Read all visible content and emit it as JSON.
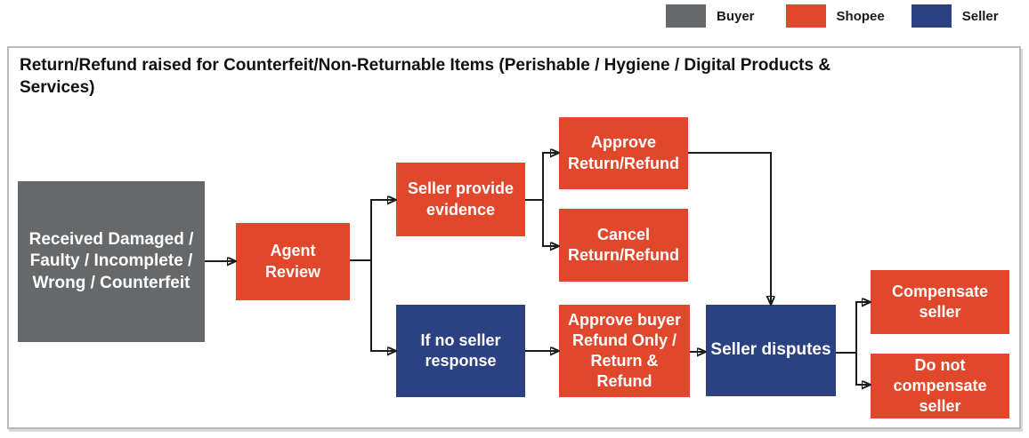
{
  "legend": {
    "items": [
      {
        "label": "Buyer",
        "actor": "buyer"
      },
      {
        "label": "Shopee",
        "actor": "shopee"
      },
      {
        "label": "Seller",
        "actor": "seller"
      }
    ]
  },
  "colors": {
    "buyer": "#67686a",
    "shopee": "#e1482b",
    "seller": "#2b4181",
    "connector": "#1c1c1c",
    "panel_border": "#b8babc"
  },
  "title_line1": "Return/Refund raised for Counterfeit/Non-Returnable Items (Perishable / Hygiene / Digital Products &",
  "title_line2": "Services)",
  "nodes": {
    "received": {
      "label": "Received Damaged / Faulty / Incomplete / Wrong / Counterfeit",
      "actor": "buyer"
    },
    "agent_review": {
      "label": "Agent Review",
      "actor": "shopee"
    },
    "seller_evidence": {
      "label": "Seller provide evidence",
      "actor": "shopee"
    },
    "approve_rr": {
      "label": "Approve Return/Refund",
      "actor": "shopee"
    },
    "cancel_rr": {
      "label": "Cancel Return/Refund",
      "actor": "shopee"
    },
    "no_response": {
      "label": "If no seller response",
      "actor": "seller"
    },
    "approve_buyer": {
      "label": "Approve buyer Refund Only / Return & Refund",
      "actor": "shopee"
    },
    "seller_disputes": {
      "label": "Seller disputes",
      "actor": "seller"
    },
    "compensate": {
      "label": "Compensate seller",
      "actor": "shopee"
    },
    "no_compensate": {
      "label": "Do not compensate seller",
      "actor": "shopee"
    }
  }
}
